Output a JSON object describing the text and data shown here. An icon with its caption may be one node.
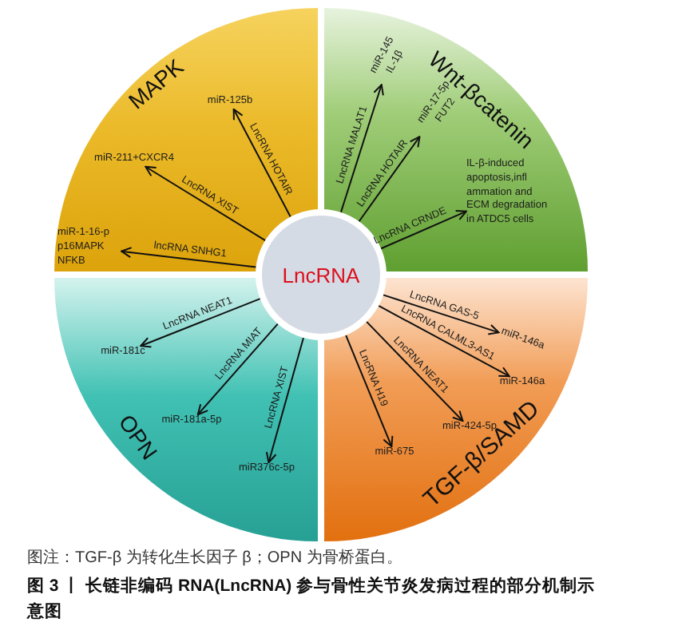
{
  "diagram": {
    "caption": "图 3 丨 长链非编码 RNA(LncRNA) 参与骨性关节炎发病过程的部分机制示意图",
    "nodes": [
      {
        "text": [
          "MAPK"
        ]
      },
      {
        "text": [
          "miR-125b"
        ],
        "in": 0
      },
      {
        "text": [
          "miR-211+CXCR4"
        ],
        "in": 0
      },
      {
        "text": [
          "miR-1-16-p p16MAPK NFKB"
        ],
        "in": 0
      },
      {
        "text": [
          "Wnt-βcatenin"
        ]
      },
      {
        "text": [
          "miR-145 IL-1β"
        ],
        "in": 4
      },
      {
        "text": [
          "miR-17-5p FUT2"
        ],
        "in": 4
      },
      {
        "text": [
          "IL-β-induced apoptosis,infl ammation and ECM degradation in ATDC5 cells"
        ],
        "in": 4
      },
      {
        "text": [
          "LncRNA"
        ]
      },
      {
        "text": [
          "OPN"
        ]
      },
      {
        "text": [
          "miR-181c"
        ],
        "in": 9
      },
      {
        "text": [
          "miR-181a-5p"
        ],
        "in": 9
      },
      {
        "text": [
          "miR376c-5p"
        ],
        "in": 9
      },
      {
        "text": [
          "TGF-β/SAMD"
        ]
      },
      {
        "text": [
          "miR-146a"
        ],
        "in": 13
      },
      {
        "text": [
          "miR-146a"
        ],
        "in": 13
      },
      {
        "text": [
          "miR-424-5p"
        ],
        "in": 13
      },
      {
        "text": [
          "miR-675"
        ],
        "in": 13
      }
    ],
    "edges": [
      {
        "from": 8,
        "to": 1,
        "arrow": "to",
        "label": "LncRNA HOTAIR"
      },
      {
        "from": 8,
        "to": 2,
        "arrow": "to",
        "label": "LncRNA XIST"
      },
      {
        "from": 8,
        "to": 3,
        "arrow": "to",
        "label": "lncRNA SNHG1"
      },
      {
        "from": 8,
        "to": 5,
        "arrow": "to",
        "label": "LncRNA MALAT1"
      },
      {
        "from": 8,
        "to": 6,
        "arrow": "to",
        "label": "LncRNA HOTAIR"
      },
      {
        "from": 8,
        "to": 7,
        "arrow": "to",
        "label": "LncRNA CRNDE"
      },
      {
        "from": 8,
        "to": 10,
        "arrow": "to",
        "label": "LncRNA NEAT1"
      },
      {
        "from": 8,
        "to": 11,
        "arrow": "to",
        "label": "LncRNA MIAT"
      },
      {
        "from": 8,
        "to": 12,
        "arrow": "to",
        "label": "LncRNA XIST"
      },
      {
        "from": 8,
        "to": 14,
        "arrow": "to",
        "label": "LncRNA GAS-5"
      },
      {
        "from": 8,
        "to": 15,
        "arrow": "to",
        "label": "LncRNA CALML3-AS1"
      },
      {
        "from": 8,
        "to": 16,
        "arrow": "to",
        "label": "LncRNA NEAT1"
      },
      {
        "from": 8,
        "to": 17,
        "arrow": "to",
        "label": "LncRNA H19"
      }
    ],
    "labels": [
      "图注：TGF-β 为转化生长因子 β；OPN 为骨桥蛋白。"
    ]
  }
}
